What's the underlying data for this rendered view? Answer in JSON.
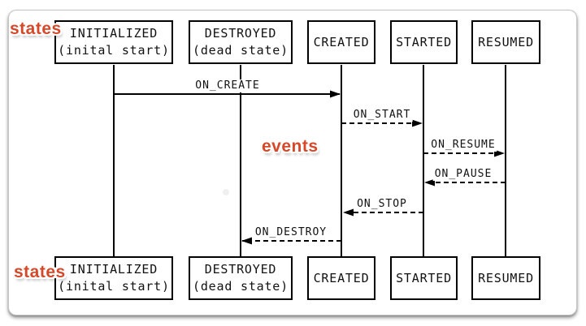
{
  "diagram": {
    "kind": "lifecycle-sequence-diagram",
    "labels": {
      "states_top": "states",
      "events": "events",
      "states_bottom": "states"
    },
    "states": [
      {
        "name": "INITIALIZED",
        "sub": "(inital start)"
      },
      {
        "name": "DESTROYED",
        "sub": "(dead state)"
      },
      {
        "name": "CREATED",
        "sub": ""
      },
      {
        "name": "STARTED",
        "sub": ""
      },
      {
        "name": "RESUMED",
        "sub": ""
      }
    ],
    "events": [
      {
        "label": "ON_CREATE",
        "from": "INITIALIZED",
        "to": "CREATED",
        "style": "solid",
        "direction": "right"
      },
      {
        "label": "ON_START",
        "from": "CREATED",
        "to": "STARTED",
        "style": "dashed",
        "direction": "right"
      },
      {
        "label": "ON_RESUME",
        "from": "STARTED",
        "to": "RESUMED",
        "style": "dashed",
        "direction": "right"
      },
      {
        "label": "ON_PAUSE",
        "from": "RESUMED",
        "to": "STARTED",
        "style": "dashed",
        "direction": "left"
      },
      {
        "label": "ON_STOP",
        "from": "STARTED",
        "to": "CREATED",
        "style": "dashed",
        "direction": "left"
      },
      {
        "label": "ON_DESTROY",
        "from": "CREATED",
        "to": "DESTROYED",
        "style": "dashed",
        "direction": "left"
      }
    ],
    "colors": {
      "accent": "#d5492a",
      "line": "#000000",
      "background": "#ffffff"
    }
  }
}
